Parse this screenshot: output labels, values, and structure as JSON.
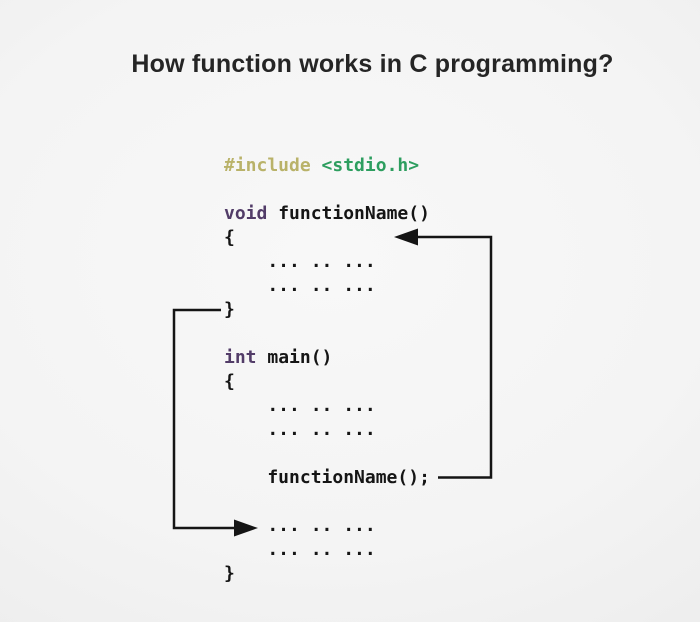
{
  "title": "How function works in C programming?",
  "colors": {
    "title_text": "#252525",
    "code_text": "#151515",
    "keyword": "#523c68",
    "preprocessor": "#b9b269",
    "header_name": "#2d9e5f",
    "arrow": "#141414",
    "background": "#f4f4f4"
  },
  "code": {
    "lines": [
      [
        {
          "t": "#include ",
          "c": "preproc"
        },
        {
          "t": "<stdio.h>",
          "c": "header"
        }
      ],
      [],
      [
        {
          "t": "void",
          "c": "keyword"
        },
        {
          "t": " functionName()",
          "c": "plain"
        }
      ],
      [
        {
          "t": "{",
          "c": "plain"
        }
      ],
      [
        {
          "t": "    ... .. ...",
          "c": "plain"
        }
      ],
      [
        {
          "t": "    ... .. ...",
          "c": "plain"
        }
      ],
      [
        {
          "t": "}",
          "c": "plain"
        }
      ],
      [],
      [
        {
          "t": "int",
          "c": "keyword"
        },
        {
          "t": " main()",
          "c": "plain"
        }
      ],
      [
        {
          "t": "{",
          "c": "plain"
        }
      ],
      [
        {
          "t": "    ... .. ...",
          "c": "plain"
        }
      ],
      [
        {
          "t": "    ... .. ...",
          "c": "plain"
        }
      ],
      [],
      [
        {
          "t": "    functionName();",
          "c": "plain"
        }
      ],
      [],
      [
        {
          "t": "    ... .. ...",
          "c": "plain"
        }
      ],
      [
        {
          "t": "    ... .. ...",
          "c": "plain"
        }
      ],
      [
        {
          "t": "}",
          "c": "plain"
        }
      ]
    ]
  }
}
